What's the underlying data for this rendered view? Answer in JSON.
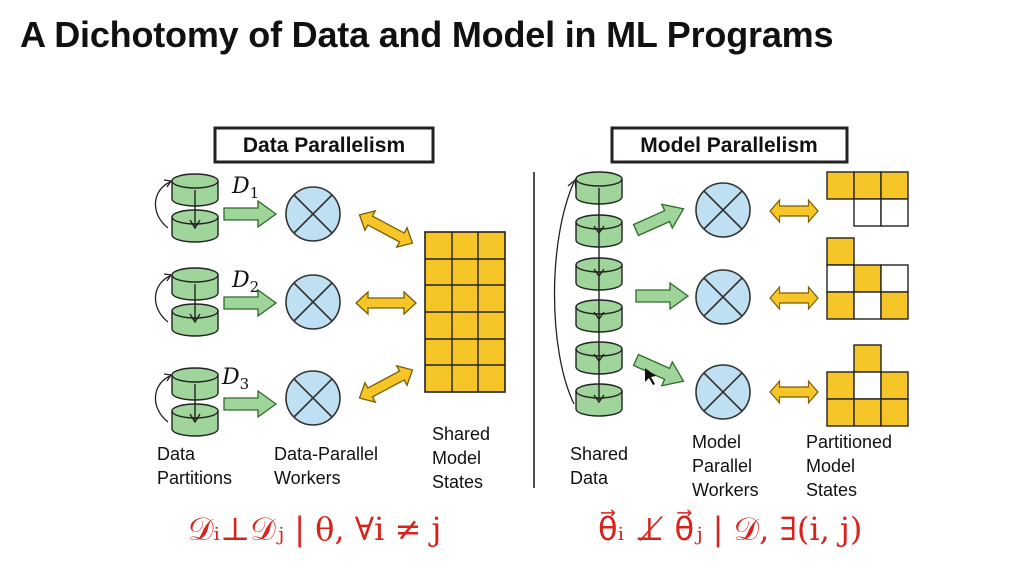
{
  "slide": {
    "title": "A Dichotomy of Data and Model in ML Programs"
  },
  "left_panel": {
    "header": "Data Parallelism",
    "partition_labels": [
      {
        "base": "D",
        "sub": "1"
      },
      {
        "base": "D",
        "sub": "2"
      },
      {
        "base": "D",
        "sub": "3"
      }
    ],
    "captions": {
      "data_partitions": [
        "Data",
        "Partitions"
      ],
      "workers": [
        "Data-Parallel",
        "Workers"
      ],
      "states": [
        "Shared",
        "Model",
        "States"
      ]
    },
    "formula": "𝒟ᵢ⊥𝒟ⱼ | θ, ∀i ≠ j"
  },
  "right_panel": {
    "header": "Model Parallelism",
    "captions": {
      "data": [
        "Shared",
        "Data"
      ],
      "workers": [
        "Model",
        "Parallel",
        "Workers"
      ],
      "states": [
        "Partitioned",
        "Model",
        "States"
      ]
    },
    "formula": "θ⃗ᵢ ⊥̸ θ⃗ⱼ | 𝒟, ∃(i, j)"
  },
  "colors": {
    "cylinder_fill": "#9fd49a",
    "arrow_green": "#9fd49a",
    "worker_fill": "#bfe0f2",
    "state_fill": "#f6c629",
    "formula_red": "#d8231c"
  }
}
